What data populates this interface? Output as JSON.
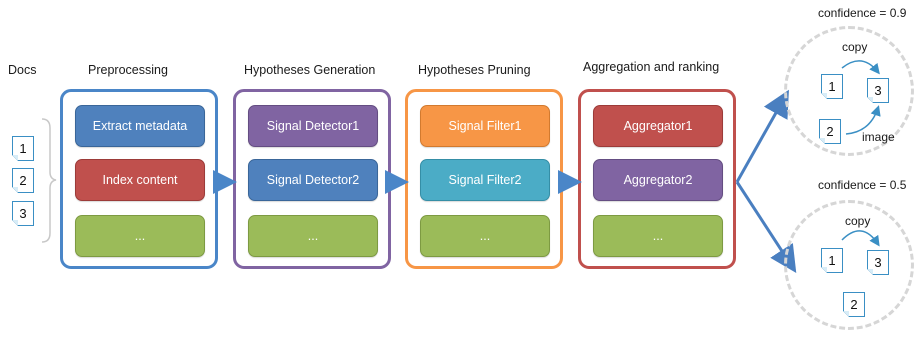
{
  "docs": {
    "label": "Docs",
    "items": [
      "1",
      "2",
      "3"
    ]
  },
  "stages": [
    {
      "title": "Preprocessing",
      "border": "#4a86c8",
      "boxes": [
        {
          "label": "Extract metadata",
          "fill": "#4f81bd",
          "stroke": "#3a6699"
        },
        {
          "label": "Index content",
          "fill": "#c0504d",
          "stroke": "#9c3b39"
        },
        {
          "label": "...",
          "fill": "#9bbb59",
          "stroke": "#7d9a42"
        }
      ]
    },
    {
      "title": "Hypotheses Generation",
      "border": "#8064a2",
      "boxes": [
        {
          "label": "Signal Detector1",
          "fill": "#8064a2",
          "stroke": "#644d82"
        },
        {
          "label": "Signal Detector2",
          "fill": "#4f81bd",
          "stroke": "#3a6699"
        },
        {
          "label": "...",
          "fill": "#9bbb59",
          "stroke": "#7d9a42"
        }
      ]
    },
    {
      "title": "Hypotheses Pruning",
      "border": "#f79646",
      "boxes": [
        {
          "label": "Signal Filter1",
          "fill": "#f79646",
          "stroke": "#d27a2f"
        },
        {
          "label": "Signal Filter2",
          "fill": "#4bacc6",
          "stroke": "#358ea6"
        },
        {
          "label": "...",
          "fill": "#9bbb59",
          "stroke": "#7d9a42"
        }
      ]
    },
    {
      "title": "Aggregation and ranking",
      "border": "#c0504d",
      "boxes": [
        {
          "label": "Aggregator1",
          "fill": "#c0504d",
          "stroke": "#9c3b39"
        },
        {
          "label": "Aggregator2",
          "fill": "#8064a2",
          "stroke": "#644d82"
        },
        {
          "label": "...",
          "fill": "#9bbb59",
          "stroke": "#7d9a42"
        }
      ]
    }
  ],
  "results": [
    {
      "confidence": "confidence = 0.9",
      "docs": [
        "1",
        "3",
        "2"
      ],
      "edge_top": "copy",
      "edge_bottom": "image"
    },
    {
      "confidence": "confidence = 0.5",
      "docs": [
        "1",
        "3",
        "2"
      ],
      "edge_top": "copy"
    }
  ],
  "colors": {
    "flow_arrow": "#4a86c8",
    "output_arrow": "#4a7fc0",
    "doc_border": "#3a8fc4",
    "circle_dash": "#d6d6d6"
  }
}
